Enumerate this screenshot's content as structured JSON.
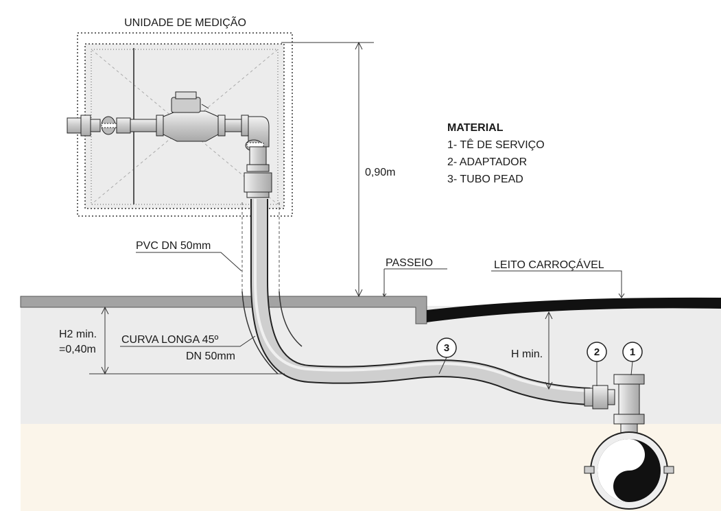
{
  "title": "UNIDADE DE MEDIÇÃO",
  "material": {
    "heading": "MATERIAL",
    "items": [
      "1- TÊ DE SERVIÇO",
      "2- ADAPTADOR",
      "3- TUBO PEAD"
    ]
  },
  "labels": {
    "height_meter": "0,90m",
    "pvc": "PVC DN 50mm",
    "passeio": "PASSEIO",
    "leito": "LEITO CARROÇÁVEL",
    "h2_line1": "H2 min.",
    "h2_line2": "=0,40m",
    "curva_line1": "CURVA LONGA 45º",
    "curva_line2": "DN 50mm",
    "h_min": "H min."
  },
  "markers": [
    "1",
    "2",
    "3"
  ],
  "colors": {
    "soil": "#ececec",
    "deep_soil": "#fbf5ea",
    "sidewalk": "#a3a3a3",
    "asphalt": "#111111",
    "pipe_fill": "#d0d0d0",
    "outline": "#222222"
  }
}
